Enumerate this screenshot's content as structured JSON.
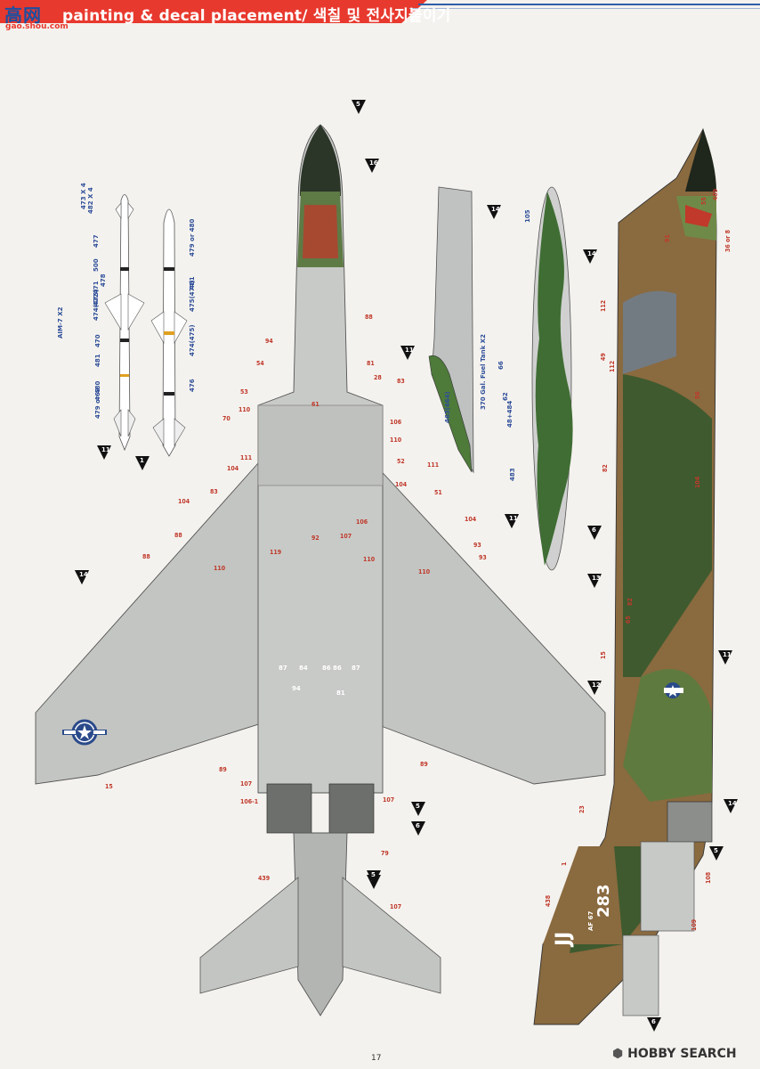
{
  "header": {
    "title": "painting & decal placement/ 색칠 및 전사지붙이기",
    "logo_text": "高网",
    "logo_url": "gao.shou.com"
  },
  "missile_labels": {
    "aim7": "AIM-7 X2",
    "tank": "370 Gal. Fuel Tank X2"
  },
  "missile_callouts": [
    "482 X 4",
    "473 X 4",
    "477",
    "500",
    "471",
    "478",
    "472",
    "474(475)",
    "470",
    "481",
    "469",
    "479 or 480",
    "479 or 480",
    "481",
    "475(474)",
    "474(475)",
    "476"
  ],
  "tank_callouts": [
    "105",
    "66",
    "62",
    "48+484",
    "483",
    "463(464)"
  ],
  "arrow_callouts": [
    "5",
    "16",
    "14",
    "14",
    "11",
    "11",
    "1",
    "11",
    "14",
    "5",
    "6",
    "5",
    "6",
    "13",
    "12",
    "11",
    "14",
    "5",
    "6",
    "5",
    "14",
    "11"
  ],
  "plan_callouts": [
    "88",
    "94",
    "81",
    "54",
    "28",
    "83",
    "53",
    "61",
    "70",
    "110",
    "106",
    "111",
    "110",
    "52",
    "104",
    "83",
    "111",
    "104",
    "51",
    "106",
    "92",
    "107",
    "104",
    "104",
    "88",
    "93",
    "110",
    "119",
    "110",
    "110",
    "88",
    "93",
    "87",
    "86",
    "84",
    "87",
    "86",
    "81",
    "94",
    "89",
    "89",
    "107",
    "106-1",
    "107",
    "439",
    "107",
    "79",
    "15"
  ],
  "side_callouts": [
    "409",
    "55",
    "91",
    "36 or 8",
    "112",
    "49",
    "112",
    "56",
    "82",
    "104",
    "82",
    "65",
    "15",
    "23",
    "108",
    "109",
    "438",
    "1"
  ],
  "side_markings": {
    "tail_code": "JJ",
    "serial": "283",
    "af_year": "AF 67"
  },
  "footer": {
    "page_number": "17",
    "watermark_prefix": "H",
    "watermark": "HOBBY SEARCH"
  }
}
